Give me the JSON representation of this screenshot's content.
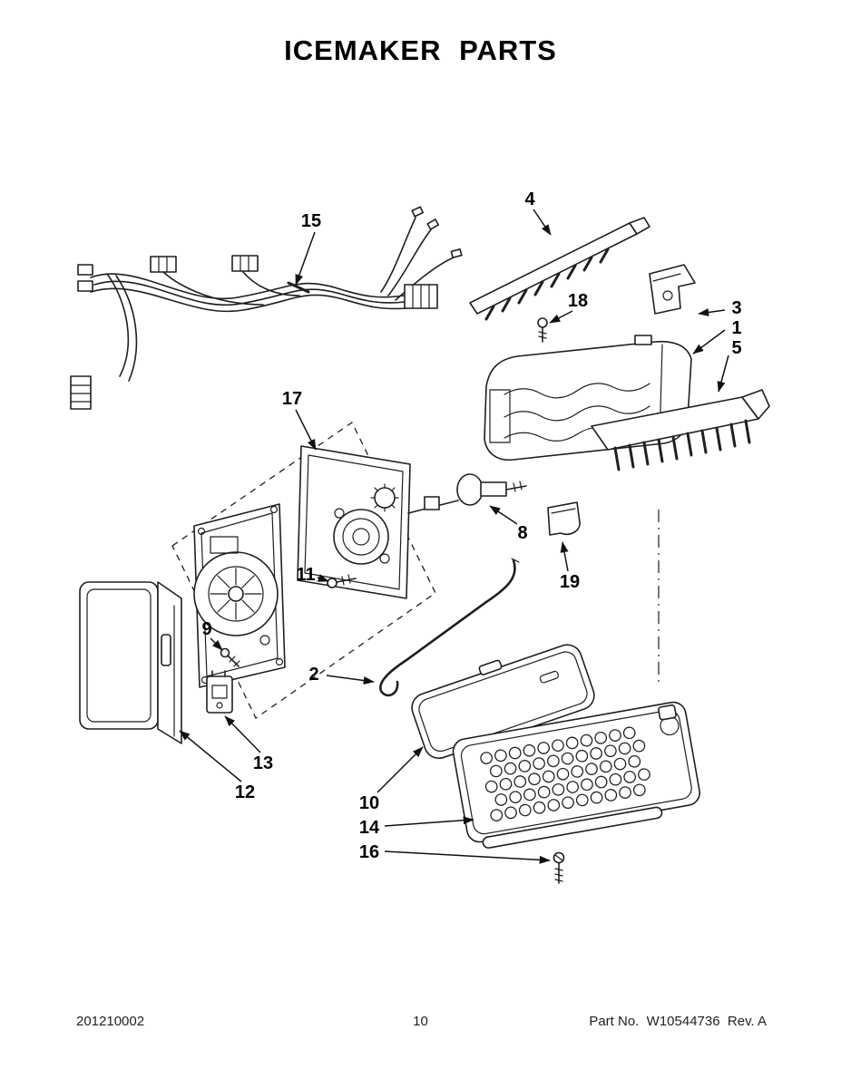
{
  "page": {
    "title": "ICEMAKER PARTS",
    "footer": {
      "doc_number": "201210002",
      "page_number": "10",
      "part_no": "Part No.  W10544736  Rev. A"
    }
  },
  "callouts": {
    "c1": "1",
    "c2": "2",
    "c3": "3",
    "c4": "4",
    "c5": "5",
    "c8": "8",
    "c9": "9",
    "c10": "10",
    "c11": "11",
    "c12": "12",
    "c13": "13",
    "c14": "14",
    "c15": "15",
    "c16": "16",
    "c17": "17",
    "c18": "18",
    "c19": "19"
  }
}
